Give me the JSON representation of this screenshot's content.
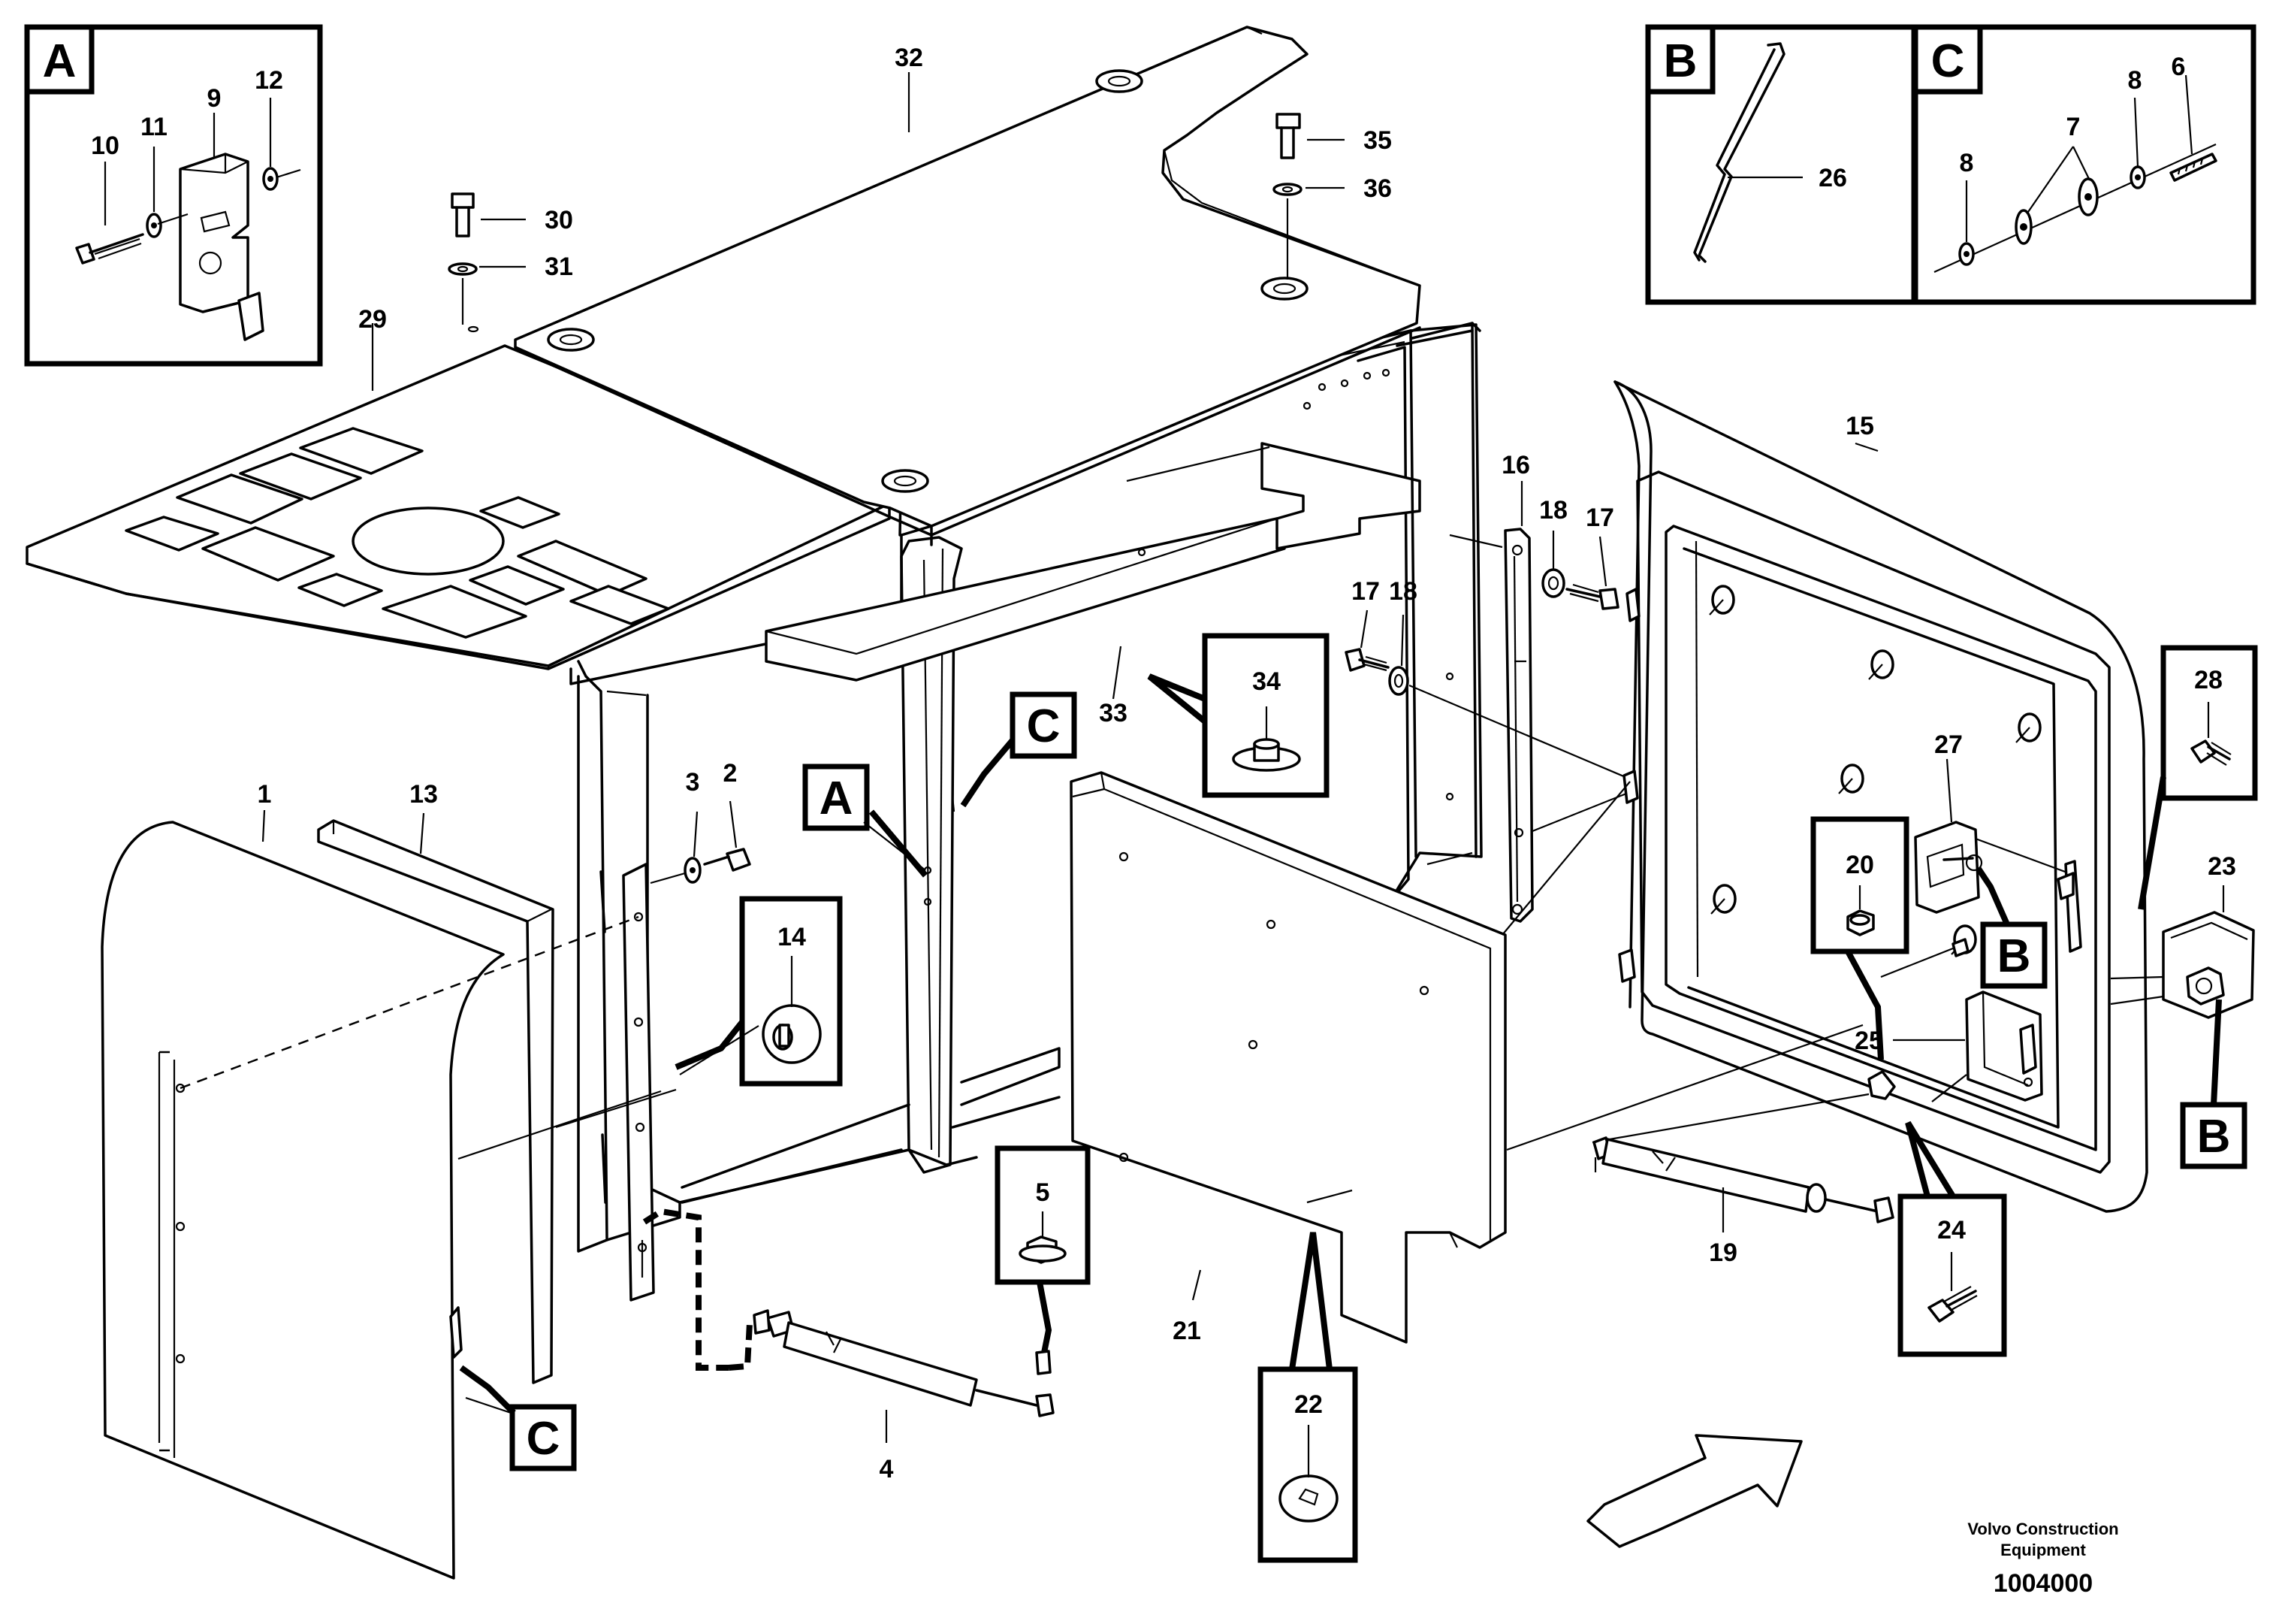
{
  "callouts": {
    "c1": "1",
    "c2": "2",
    "c3": "3",
    "c4": "4",
    "c5": "5",
    "c6": "6",
    "c7": "7",
    "c8a": "8",
    "c8b": "8",
    "c9": "9",
    "c10": "10",
    "c11": "11",
    "c12": "12",
    "c13": "13",
    "c14": "14",
    "c15": "15",
    "c16": "16",
    "c17a": "17",
    "c17b": "17",
    "c18a": "18",
    "c18b": "18",
    "c19": "19",
    "c20": "20",
    "c21": "21",
    "c22": "22",
    "c23": "23",
    "c24": "24",
    "c25": "25",
    "c26": "26",
    "c27": "27",
    "c28": "28",
    "c29": "29",
    "c30": "30",
    "c31": "31",
    "c32": "32",
    "c33": "33",
    "c34": "34",
    "c35": "35",
    "c36": "36"
  },
  "detail_letters": {
    "detail_a": "A",
    "detail_b": "B",
    "detail_c": "C",
    "ref_a": "A",
    "ref_c_upper": "C",
    "ref_c_lower": "C",
    "ref_b_upper": "B",
    "ref_b_lower": "B"
  },
  "footer": {
    "maker_line1": "Volvo Construction",
    "maker_line2": "Equipment",
    "code": "1004000"
  }
}
